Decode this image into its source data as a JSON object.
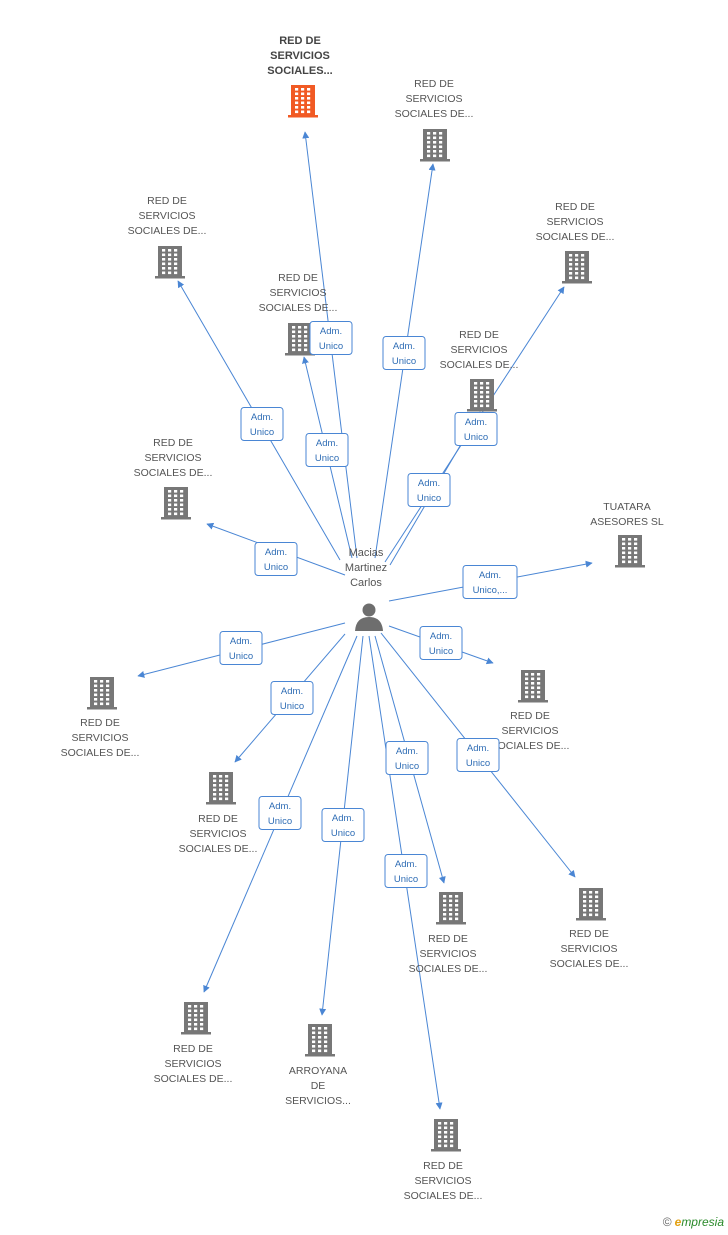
{
  "person": {
    "lines": [
      "Macias",
      "Martinez",
      "Carlos"
    ],
    "icon": "person-icon"
  },
  "colors": {
    "edge": "#4a86d4",
    "building": "#777777",
    "highlight": "#f15a24",
    "label": "#555555"
  },
  "companies": [
    {
      "id": "c1",
      "lines": [
        "RED DE",
        "SERVICIOS",
        "SOCIALES..."
      ],
      "highlight": true
    },
    {
      "id": "c2",
      "lines": [
        "RED DE",
        "SERVICIOS",
        "SOCIALES DE..."
      ]
    },
    {
      "id": "c3",
      "lines": [
        "RED DE",
        "SERVICIOS",
        "SOCIALES DE..."
      ]
    },
    {
      "id": "c4",
      "lines": [
        "RED DE",
        "SERVICIOS",
        "SOCIALES DE..."
      ]
    },
    {
      "id": "c5",
      "lines": [
        "RED DE",
        "SERVICIOS",
        "SOCIALES DE..."
      ]
    },
    {
      "id": "c6",
      "lines": [
        "RED DE",
        "SERVICIOS",
        "SOCIALES DE..."
      ]
    },
    {
      "id": "c7",
      "lines": [
        "RED DE",
        "SERVICIOS",
        "SOCIALES DE..."
      ]
    },
    {
      "id": "c8",
      "lines": [
        "TUATARA",
        "ASESORES SL"
      ]
    },
    {
      "id": "c9",
      "lines": [
        "RED DE",
        "SERVICIOS",
        "SOCIALES DE..."
      ]
    },
    {
      "id": "c10",
      "lines": [
        "RED DE",
        "SERVICIOS",
        "SOCIALES DE..."
      ]
    },
    {
      "id": "c11",
      "lines": [
        "RED DE",
        "SERVICIOS",
        "SOCIALES DE..."
      ]
    },
    {
      "id": "c12",
      "lines": [
        "RED DE",
        "SERVICIOS",
        "SOCIALES DE..."
      ]
    },
    {
      "id": "c13",
      "lines": [
        "RED DE",
        "SERVICIOS",
        "SOCIALES DE..."
      ]
    },
    {
      "id": "c14",
      "lines": [
        "RED DE",
        "SERVICIOS",
        "SOCIALES DE..."
      ]
    },
    {
      "id": "c15",
      "lines": [
        "ARROYANA",
        "DE",
        "SERVICIOS..."
      ]
    },
    {
      "id": "c16",
      "lines": [
        "RED DE",
        "SERVICIOS",
        "SOCIALES DE..."
      ]
    }
  ],
  "relations": [
    {
      "target": "c1",
      "lines": [
        "Adm.",
        "Unico"
      ]
    },
    {
      "target": "c2",
      "lines": [
        "Adm.",
        "Unico"
      ]
    },
    {
      "target": "c3",
      "lines": [
        "Adm.",
        "Unico"
      ]
    },
    {
      "target": "c4",
      "lines": [
        "Adm.",
        "Unico"
      ]
    },
    {
      "target": "c5",
      "lines": [
        "Adm.",
        "Unico"
      ]
    },
    {
      "target": "c6",
      "lines": [
        "Adm.",
        "Unico"
      ]
    },
    {
      "target": "c7",
      "lines": [
        "Adm.",
        "Unico"
      ]
    },
    {
      "target": "c8",
      "lines": [
        "Adm.",
        "Unico,..."
      ]
    },
    {
      "target": "c9",
      "lines": [
        "Adm.",
        "Unico"
      ]
    },
    {
      "target": "c10",
      "lines": [
        "Adm.",
        "Unico"
      ]
    },
    {
      "target": "c11",
      "lines": [
        "Adm.",
        "Unico"
      ]
    },
    {
      "target": "c12",
      "lines": [
        "Adm.",
        "Unico"
      ]
    },
    {
      "target": "c13",
      "lines": [
        "Adm.",
        "Unico"
      ]
    },
    {
      "target": "c14",
      "lines": [
        "Adm.",
        "Unico"
      ]
    },
    {
      "target": "c15",
      "lines": [
        "Adm.",
        "Unico"
      ]
    },
    {
      "target": "c16",
      "lines": [
        "Adm.",
        "Unico"
      ]
    }
  ],
  "brand": {
    "copyright": "©",
    "initial": "e",
    "name": "mpresia"
  }
}
